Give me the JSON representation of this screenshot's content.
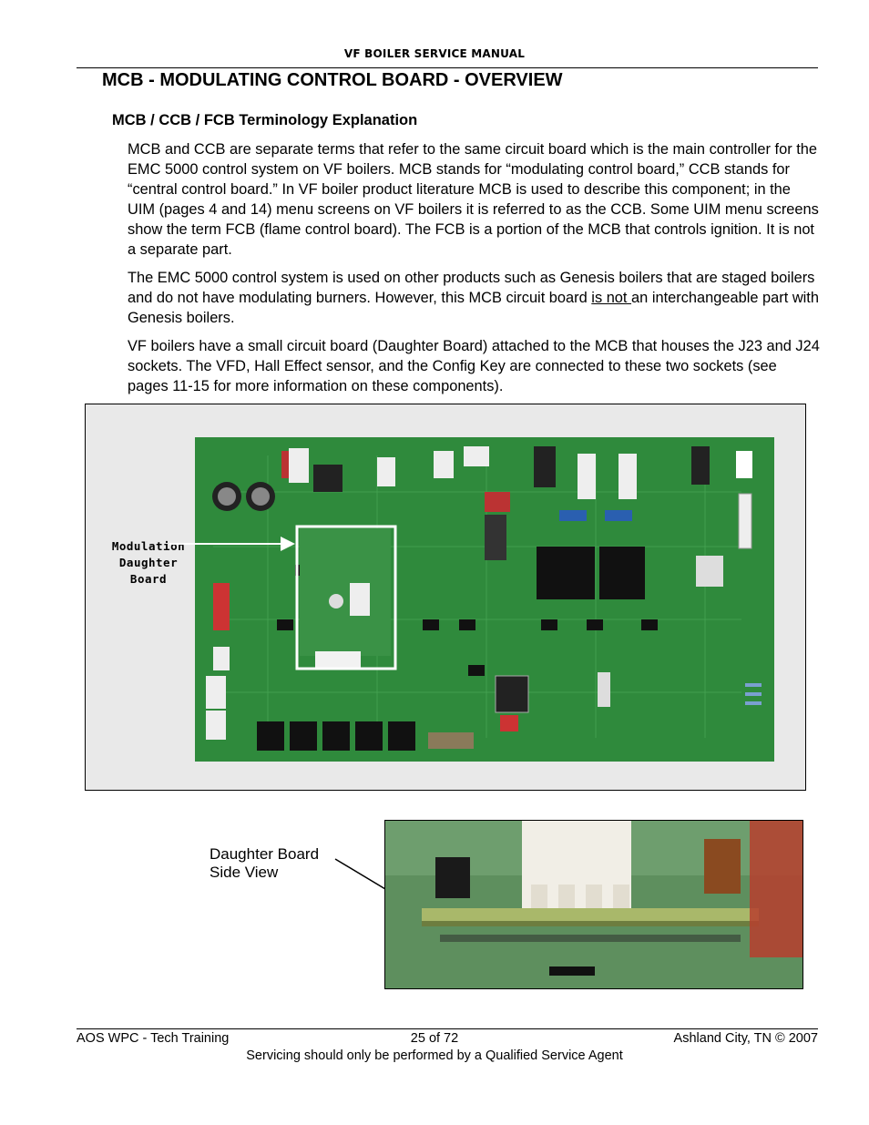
{
  "header": {
    "manual_title": "VF BOILER SERVICE MANUAL"
  },
  "page_title": "MCB - MODULATING CONTROL BOARD - OVERVIEW",
  "section": {
    "heading": "MCB / CCB / FCB Terminology Explanation",
    "paragraph1": "MCB and CCB are separate terms that refer to the same circuit board which is the main controller for the EMC 5000 control system on VF boilers. MCB stands for “modulating control board,” CCB stands for “central control board.” In VF boiler product literature MCB is used to describe this component; in the UIM (pages 4 and 14) menu screens on VF boilers it is referred to as the CCB. Some UIM menu screens show the term FCB (flame control board). The FCB is a portion of the MCB that controls ignition. It is not a separate part.",
    "paragraph2_before": "The EMC 5000 control system is used on other products such as Genesis boilers that are staged boilers and do not have modulating burners. However, this MCB circuit board ",
    "paragraph2_underlined": "is not ",
    "paragraph2_after": "an interchangeable part with Genesis boilers.",
    "paragraph3": "VF boilers have a small circuit board (Daughter Board) attached to the MCB that houses the J23 and J24 sockets. The VFD, Hall Effect sensor, and the Config Key are connected to these two sockets (see pages 11-15 for more information on these components)."
  },
  "figure_main": {
    "callout_line1": "Modulation",
    "callout_line2": "Daughter",
    "callout_line3": "Board"
  },
  "figure_side": {
    "label_line1": "Daughter Board",
    "label_line2": "Side View"
  },
  "footer": {
    "left": "AOS WPC - Tech Training",
    "center": "25 of 72",
    "right": "Ashland City, TN © 2007",
    "note": "Servicing should only be performed by a Qualified Service Agent"
  },
  "colors": {
    "pcb_green": "#2f8a3c",
    "highlight_box": "#ffffff"
  }
}
